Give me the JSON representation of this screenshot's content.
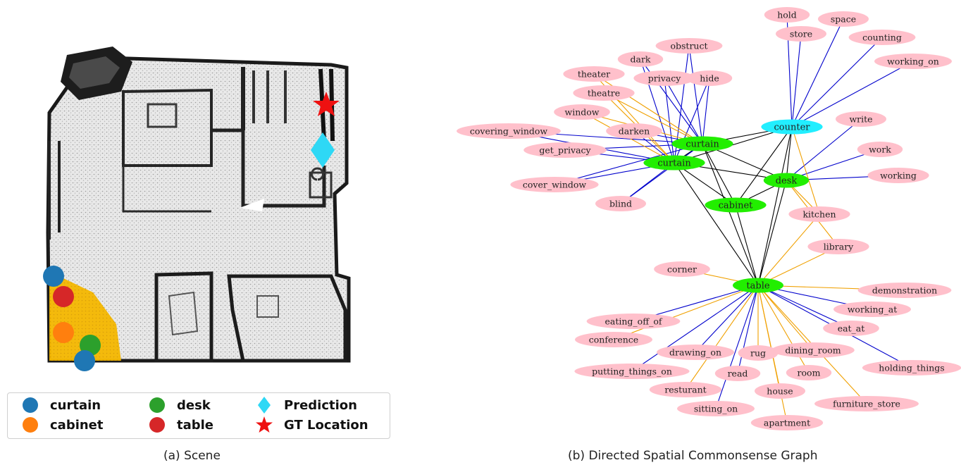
{
  "scene": {
    "caption": "(a) Scene",
    "colors": {
      "curtain": "#1f77b4",
      "cabinet": "#ff7f0e",
      "desk": "#2ca02c",
      "table": "#d62728",
      "prediction": "#2ed8f5",
      "gt": "#ee1111",
      "highlight": "#f5b800"
    },
    "legend": [
      {
        "key": "curtain",
        "label": "curtain",
        "marker": "circle",
        "color": "#1f77b4"
      },
      {
        "key": "desk",
        "label": "desk",
        "marker": "circle",
        "color": "#2ca02c"
      },
      {
        "key": "prediction",
        "label": "Prediction",
        "marker": "diamond",
        "color": "#2ed8f5"
      },
      {
        "key": "cabinet",
        "label": "cabinet",
        "marker": "circle",
        "color": "#ff7f0e"
      },
      {
        "key": "table",
        "label": "table",
        "marker": "circle",
        "color": "#d62728"
      },
      {
        "key": "gt",
        "label": "GT Location",
        "marker": "star",
        "color": "#ee1111"
      }
    ]
  },
  "graph": {
    "caption": "(b) Directed Spatial Commonsense Graph",
    "edge_colors": {
      "object": "#000000",
      "has_property": "#0000cc",
      "at_location": "#f0a000"
    },
    "nodes": [
      {
        "id": "curtain1",
        "label": "curtain",
        "kind": "object"
      },
      {
        "id": "curtain2",
        "label": "curtain",
        "kind": "object"
      },
      {
        "id": "counter",
        "label": "counter",
        "kind": "target"
      },
      {
        "id": "desk",
        "label": "desk",
        "kind": "object"
      },
      {
        "id": "cabinet",
        "label": "cabinet",
        "kind": "object"
      },
      {
        "id": "table",
        "label": "table",
        "kind": "object"
      },
      {
        "id": "hold",
        "label": "hold",
        "kind": "concept"
      },
      {
        "id": "store",
        "label": "store",
        "kind": "concept"
      },
      {
        "id": "space",
        "label": "space",
        "kind": "concept"
      },
      {
        "id": "counting",
        "label": "counting",
        "kind": "concept"
      },
      {
        "id": "working_on",
        "label": "working_on",
        "kind": "concept"
      },
      {
        "id": "obstruct",
        "label": "obstruct",
        "kind": "concept"
      },
      {
        "id": "dark",
        "label": "dark",
        "kind": "concept"
      },
      {
        "id": "privacy",
        "label": "privacy",
        "kind": "concept"
      },
      {
        "id": "hide",
        "label": "hide",
        "kind": "concept"
      },
      {
        "id": "theater",
        "label": "theater",
        "kind": "concept"
      },
      {
        "id": "theatre",
        "label": "theatre",
        "kind": "concept"
      },
      {
        "id": "window",
        "label": "window",
        "kind": "concept"
      },
      {
        "id": "darken",
        "label": "darken",
        "kind": "concept"
      },
      {
        "id": "covering_window",
        "label": "covering_window",
        "kind": "concept"
      },
      {
        "id": "get_privacy",
        "label": "get_privacy",
        "kind": "concept"
      },
      {
        "id": "cover_window",
        "label": "cover_window",
        "kind": "concept"
      },
      {
        "id": "blind",
        "label": "blind",
        "kind": "concept"
      },
      {
        "id": "write",
        "label": "write",
        "kind": "concept"
      },
      {
        "id": "work",
        "label": "work",
        "kind": "concept"
      },
      {
        "id": "working",
        "label": "working",
        "kind": "concept"
      },
      {
        "id": "kitchen",
        "label": "kitchen",
        "kind": "concept"
      },
      {
        "id": "library",
        "label": "library",
        "kind": "concept"
      },
      {
        "id": "corner",
        "label": "corner",
        "kind": "concept"
      },
      {
        "id": "demonstration",
        "label": "demonstration",
        "kind": "concept"
      },
      {
        "id": "working_at",
        "label": "working_at",
        "kind": "concept"
      },
      {
        "id": "eat_at",
        "label": "eat_at",
        "kind": "concept"
      },
      {
        "id": "holding_things",
        "label": "holding_things",
        "kind": "concept"
      },
      {
        "id": "eating_off_of",
        "label": "eating_off_of",
        "kind": "concept"
      },
      {
        "id": "conference",
        "label": "conference",
        "kind": "concept"
      },
      {
        "id": "drawing_on",
        "label": "drawing_on",
        "kind": "concept"
      },
      {
        "id": "rug",
        "label": "rug",
        "kind": "concept"
      },
      {
        "id": "dining_room",
        "label": "dining_room",
        "kind": "concept"
      },
      {
        "id": "putting_things_on",
        "label": "putting_things_on",
        "kind": "concept"
      },
      {
        "id": "read",
        "label": "read",
        "kind": "concept"
      },
      {
        "id": "room",
        "label": "room",
        "kind": "concept"
      },
      {
        "id": "resturant",
        "label": "resturant",
        "kind": "concept"
      },
      {
        "id": "house",
        "label": "house",
        "kind": "concept"
      },
      {
        "id": "sitting_on",
        "label": "sitting_on",
        "kind": "concept"
      },
      {
        "id": "furniture_store",
        "label": "furniture_store",
        "kind": "concept"
      },
      {
        "id": "apartment",
        "label": "apartment",
        "kind": "concept"
      }
    ],
    "edges": [
      {
        "from": "curtain1",
        "to": "counter",
        "type": "object"
      },
      {
        "from": "curtain1",
        "to": "desk",
        "type": "object"
      },
      {
        "from": "curtain1",
        "to": "cabinet",
        "type": "object"
      },
      {
        "from": "curtain1",
        "to": "table",
        "type": "object"
      },
      {
        "from": "curtain2",
        "to": "counter",
        "type": "object"
      },
      {
        "from": "curtain2",
        "to": "desk",
        "type": "object"
      },
      {
        "from": "curtain2",
        "to": "cabinet",
        "type": "object"
      },
      {
        "from": "curtain2",
        "to": "table",
        "type": "object"
      },
      {
        "from": "counter",
        "to": "desk",
        "type": "object"
      },
      {
        "from": "counter",
        "to": "cabinet",
        "type": "object"
      },
      {
        "from": "counter",
        "to": "table",
        "type": "object"
      },
      {
        "from": "desk",
        "to": "cabinet",
        "type": "object"
      },
      {
        "from": "desk",
        "to": "table",
        "type": "object"
      },
      {
        "from": "cabinet",
        "to": "table",
        "type": "object"
      },
      {
        "from": "curtain1",
        "to": "curtain2",
        "type": "object"
      },
      {
        "from": "counter",
        "to": "hold",
        "type": "has_property"
      },
      {
        "from": "counter",
        "to": "store",
        "type": "has_property"
      },
      {
        "from": "counter",
        "to": "space",
        "type": "has_property"
      },
      {
        "from": "counter",
        "to": "counting",
        "type": "has_property"
      },
      {
        "from": "counter",
        "to": "working_on",
        "type": "has_property"
      },
      {
        "from": "curtain1",
        "to": "obstruct",
        "type": "has_property"
      },
      {
        "from": "curtain2",
        "to": "obstruct",
        "type": "has_property"
      },
      {
        "from": "curtain1",
        "to": "dark",
        "type": "has_property"
      },
      {
        "from": "curtain2",
        "to": "dark",
        "type": "has_property"
      },
      {
        "from": "curtain1",
        "to": "privacy",
        "type": "has_property"
      },
      {
        "from": "curtain2",
        "to": "privacy",
        "type": "has_property"
      },
      {
        "from": "curtain1",
        "to": "hide",
        "type": "has_property"
      },
      {
        "from": "curtain2",
        "to": "hide",
        "type": "has_property"
      },
      {
        "from": "curtain1",
        "to": "darken",
        "type": "has_property"
      },
      {
        "from": "curtain2",
        "to": "darken",
        "type": "has_property"
      },
      {
        "from": "curtain1",
        "to": "covering_window",
        "type": "has_property"
      },
      {
        "from": "curtain2",
        "to": "covering_window",
        "type": "has_property"
      },
      {
        "from": "curtain1",
        "to": "get_privacy",
        "type": "has_property"
      },
      {
        "from": "curtain2",
        "to": "get_privacy",
        "type": "has_property"
      },
      {
        "from": "curtain1",
        "to": "cover_window",
        "type": "has_property"
      },
      {
        "from": "curtain2",
        "to": "cover_window",
        "type": "has_property"
      },
      {
        "from": "curtain1",
        "to": "blind",
        "type": "has_property"
      },
      {
        "from": "curtain2",
        "to": "blind",
        "type": "has_property"
      },
      {
        "from": "curtain1",
        "to": "theater",
        "type": "at_location"
      },
      {
        "from": "curtain2",
        "to": "theater",
        "type": "at_location"
      },
      {
        "from": "curtain1",
        "to": "theatre",
        "type": "at_location"
      },
      {
        "from": "curtain2",
        "to": "theatre",
        "type": "at_location"
      },
      {
        "from": "curtain1",
        "to": "window",
        "type": "at_location"
      },
      {
        "from": "curtain2",
        "to": "window",
        "type": "at_location"
      },
      {
        "from": "desk",
        "to": "write",
        "type": "has_property"
      },
      {
        "from": "desk",
        "to": "work",
        "type": "has_property"
      },
      {
        "from": "desk",
        "to": "working",
        "type": "has_property"
      },
      {
        "from": "desk",
        "to": "kitchen",
        "type": "at_location"
      },
      {
        "from": "desk",
        "to": "library",
        "type": "at_location"
      },
      {
        "from": "counter",
        "to": "kitchen",
        "type": "at_location"
      },
      {
        "from": "table",
        "to": "kitchen",
        "type": "at_location"
      },
      {
        "from": "table",
        "to": "library",
        "type": "at_location"
      },
      {
        "from": "table",
        "to": "corner",
        "type": "at_location"
      },
      {
        "from": "table",
        "to": "demonstration",
        "type": "at_location"
      },
      {
        "from": "table",
        "to": "working_at",
        "type": "has_property"
      },
      {
        "from": "table",
        "to": "eat_at",
        "type": "has_property"
      },
      {
        "from": "table",
        "to": "holding_things",
        "type": "has_property"
      },
      {
        "from": "table",
        "to": "eating_off_of",
        "type": "has_property"
      },
      {
        "from": "table",
        "to": "conference",
        "type": "at_location"
      },
      {
        "from": "table",
        "to": "drawing_on",
        "type": "has_property"
      },
      {
        "from": "table",
        "to": "rug",
        "type": "at_location"
      },
      {
        "from": "table",
        "to": "dining_room",
        "type": "at_location"
      },
      {
        "from": "table",
        "to": "putting_things_on",
        "type": "has_property"
      },
      {
        "from": "table",
        "to": "read",
        "type": "has_property"
      },
      {
        "from": "table",
        "to": "room",
        "type": "at_location"
      },
      {
        "from": "table",
        "to": "resturant",
        "type": "at_location"
      },
      {
        "from": "table",
        "to": "house",
        "type": "at_location"
      },
      {
        "from": "table",
        "to": "sitting_on",
        "type": "has_property"
      },
      {
        "from": "table",
        "to": "furniture_store",
        "type": "at_location"
      },
      {
        "from": "table",
        "to": "apartment",
        "type": "at_location"
      }
    ]
  }
}
